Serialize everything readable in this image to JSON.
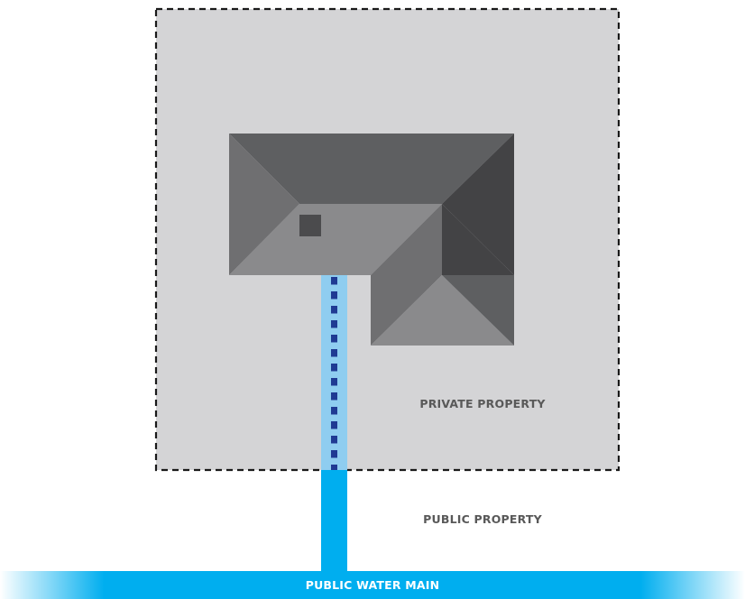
{
  "labels": {
    "private_property": "PRIVATE PROPERTY",
    "public_property": "PUBLIC PROPERTY",
    "public_water_main": "PUBLIC WATER MAIN"
  },
  "colors": {
    "background": "#ffffff",
    "private_lot": "#d4d4d6",
    "lot_border": "#1a1a1a",
    "roof_light": "#8a8a8c",
    "roof_mid": "#6f6f71",
    "roof_dark": "#5e5f61",
    "roof_darkest": "#434345",
    "chimney": "#4b4b4d",
    "service_line_private": "#8fcdf0",
    "service_line_public": "#00aeef",
    "service_pipe_dashes": "#1f3a93",
    "water_main": "#00aeef",
    "water_main_edge": "#ffffff",
    "label_text_dark": "#595959",
    "label_text_light": "#ffffff"
  },
  "icons": {
    "house": "house-roof-icon",
    "chimney": "chimney-icon"
  }
}
